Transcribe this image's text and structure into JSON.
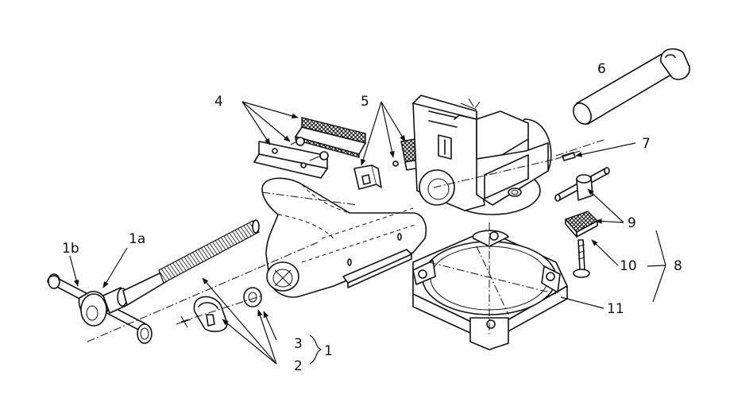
{
  "labels": {
    "l1": "1",
    "l1a": "1a",
    "l1b": "1b",
    "l2": "2",
    "l3": "3",
    "l4": "4",
    "l5": "5",
    "l6": "6",
    "l7": "7",
    "l8": "8",
    "l9": "9",
    "l10": "10",
    "l11": "11"
  }
}
